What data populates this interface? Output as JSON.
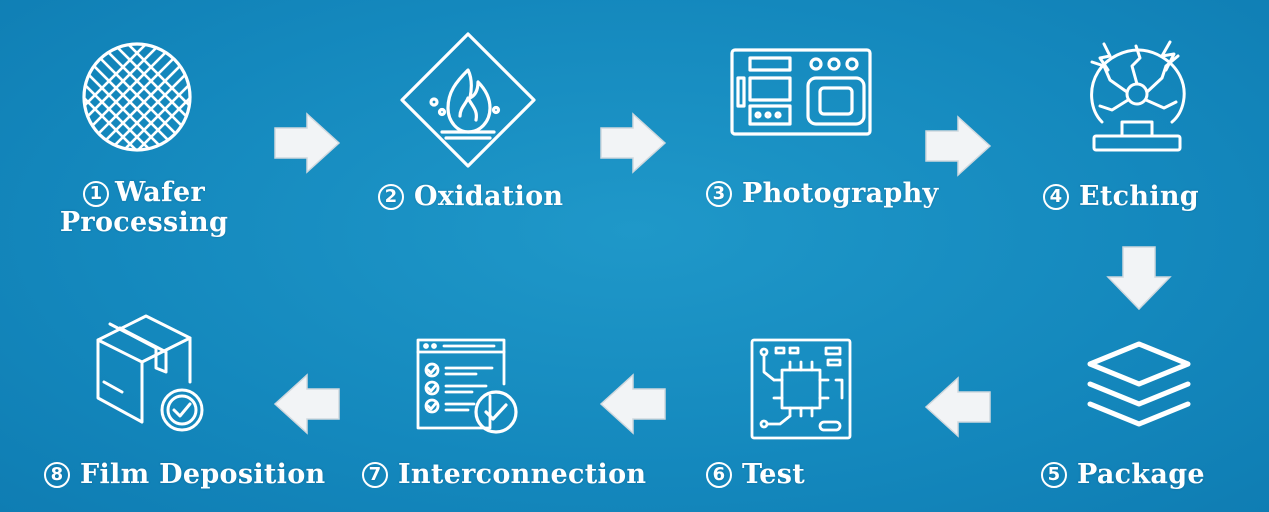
{
  "colors": {
    "background": "#1488bd",
    "foreground": "#ffffff",
    "arrow_fill": "#f2f4f6"
  },
  "steps": [
    {
      "number": "1",
      "label_line1": "Wafer",
      "label_line2": "Processing",
      "icon": "wafer-icon"
    },
    {
      "number": "2",
      "label": "Oxidation",
      "icon": "flame-diamond-icon"
    },
    {
      "number": "3",
      "label": "Photography",
      "icon": "device-panel-icon"
    },
    {
      "number": "4",
      "label": "Etching",
      "icon": "plasma-lamp-icon"
    },
    {
      "number": "5",
      "label": "Package",
      "icon": "stacked-layers-icon"
    },
    {
      "number": "6",
      "label": "Test",
      "icon": "circuit-chip-icon"
    },
    {
      "number": "7",
      "label": "Interconnection",
      "icon": "checklist-icon"
    },
    {
      "number": "8",
      "label": "Film Deposition",
      "icon": "box-check-icon"
    }
  ],
  "arrows": [
    "right",
    "right",
    "right",
    "down",
    "left",
    "left",
    "left"
  ]
}
